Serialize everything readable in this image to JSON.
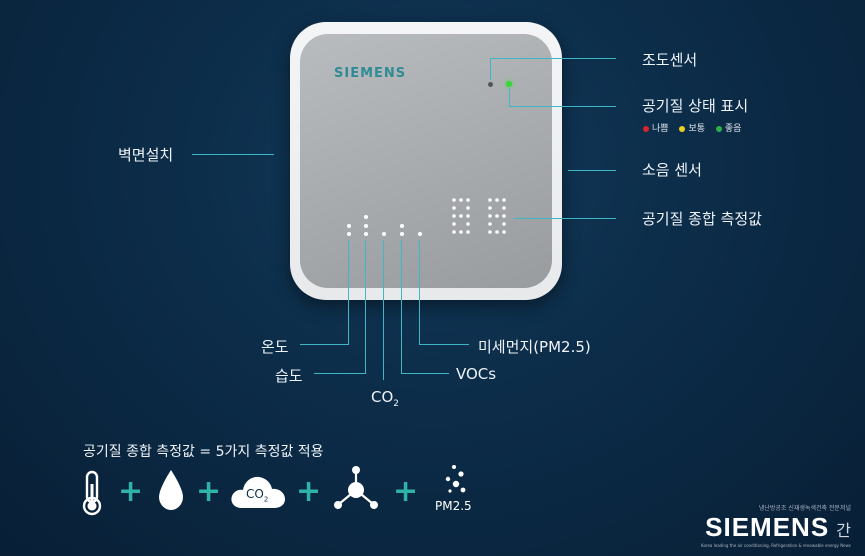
{
  "device": {
    "brand": "SIEMENS"
  },
  "callouts": {
    "light_sensor": "조도센서",
    "status_display": "공기질 상태 표시",
    "noise_sensor": "소음 센서",
    "total_value": "공기질 종합 측정값",
    "wall_mount": "벽면설치",
    "temperature": "온도",
    "humidity": "습도",
    "co2_main": "CO",
    "co2_sub": "2",
    "vocs": "VOCs",
    "pm25": "미세먼지(PM2.5)"
  },
  "status_legend": [
    {
      "label": "나쁨",
      "color": "#d9262e"
    },
    {
      "label": "보통",
      "color": "#e8d11f"
    },
    {
      "label": "좋음",
      "color": "#2fae4a"
    }
  ],
  "indicators": {
    "status_led_color": "#37d63c",
    "accent_color": "#3fb6c4"
  },
  "formula": {
    "title": "공기질 종합 측정값 = 5가지 측정값 적용",
    "plus_symbol": "+",
    "icons": [
      "thermometer-icon",
      "water-drop-icon",
      "co2-cloud-icon",
      "molecule-icon",
      "particles-icon"
    ],
    "co2_icon_main": "CO",
    "co2_icon_sub": "2",
    "pm_label": "PM2.5"
  },
  "watermark": {
    "main": "SIEMENS",
    "side": "간",
    "small_top": "냉난방공조 신재생녹색건축 전문저널",
    "small_bottom": "Korea leading the air conditioning, Refrigeration & renewable energy News"
  }
}
